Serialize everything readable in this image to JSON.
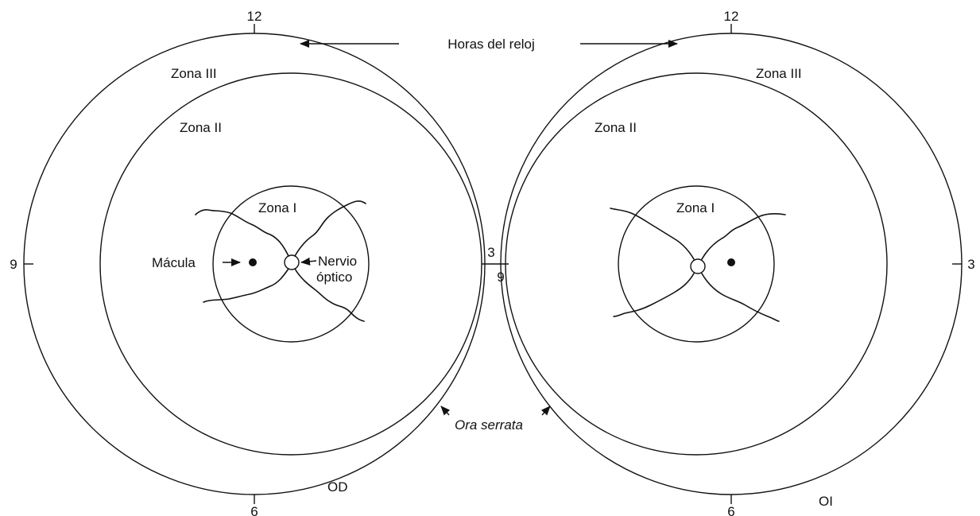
{
  "header": {
    "clock_hours": "Horas del reloj"
  },
  "right_eye": {
    "label": "OD",
    "zone1": "Zona I",
    "zone2": "Zona II",
    "zone3": "Zona III",
    "macula": "Mácula",
    "optic_nerve_line1": "Nervio",
    "optic_nerve_line2": "óptico",
    "clock": {
      "top": "12",
      "left": "9",
      "right": "3",
      "bottom": "6"
    }
  },
  "left_eye": {
    "label": "OI",
    "zone1": "Zona I",
    "zone2": "Zona II",
    "zone3": "Zona III",
    "clock": {
      "top": "12",
      "left": "9",
      "right": "3",
      "bottom": "6"
    }
  },
  "ora_serrata": "Ora serrata",
  "colors": {
    "ink": "#111111",
    "background": "#ffffff"
  }
}
